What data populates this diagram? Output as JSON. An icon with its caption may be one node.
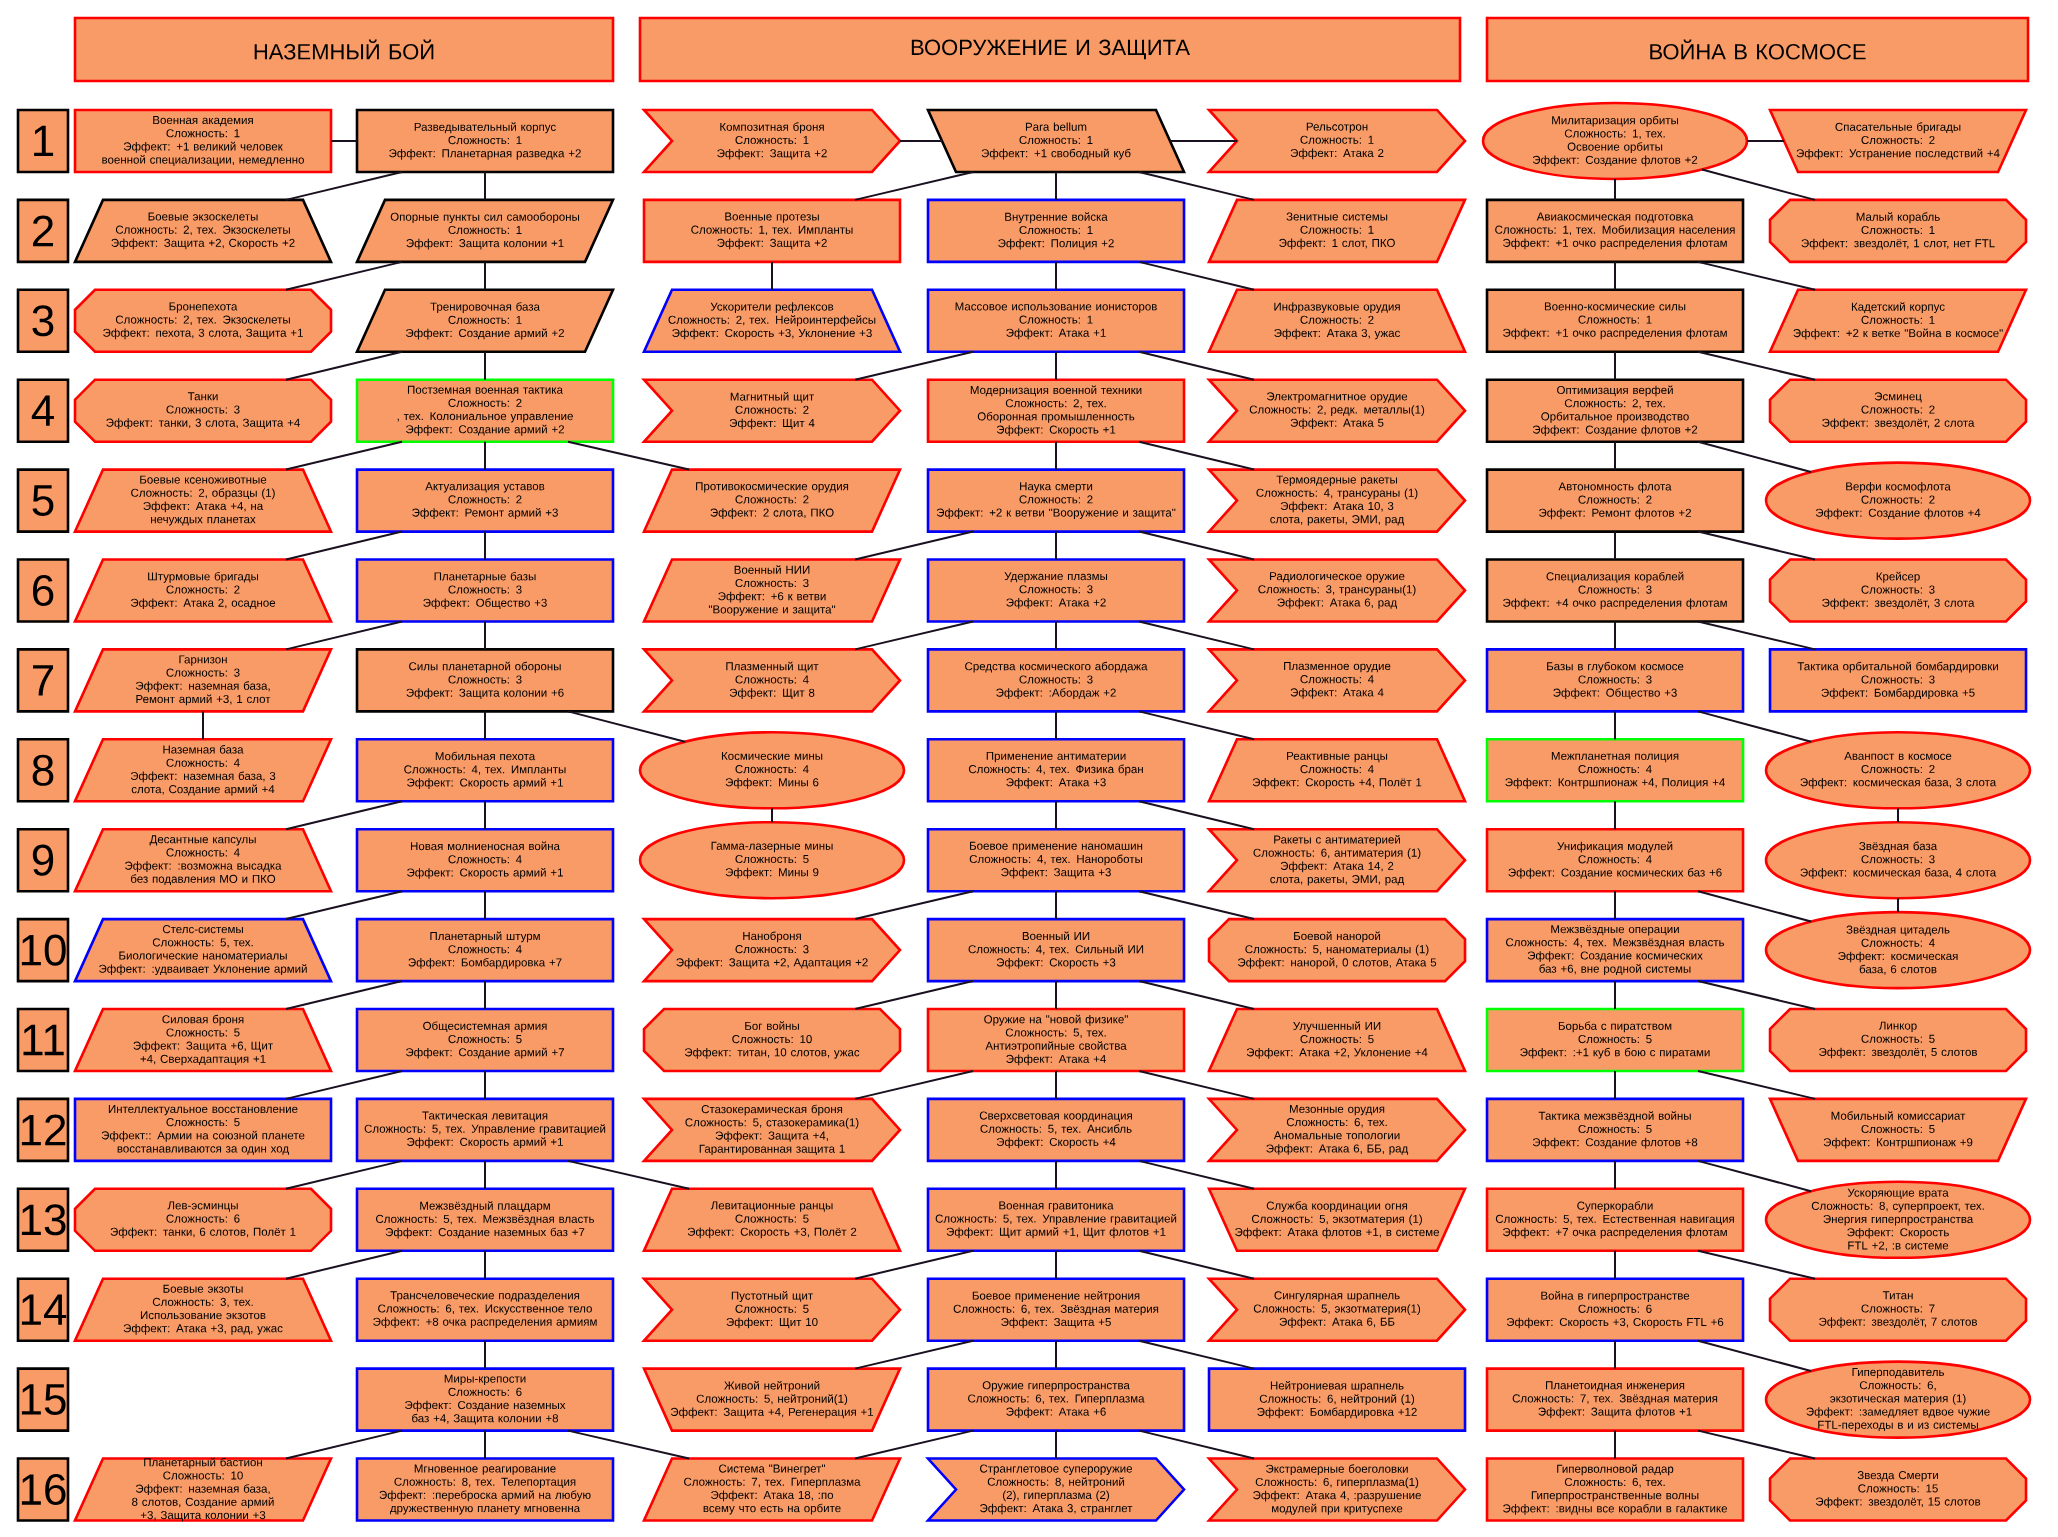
{
  "diagram": {
    "nodes": [
      {
        "text": [
          "НАЗЕМНЫЙ БОЙ"
        ]
      },
      {
        "text": [
          "ВООРУЖЕНИЕ И ЗАЩИТА"
        ]
      },
      {
        "text": [
          "ВОЙНА В КОСМОСЕ"
        ]
      },
      {
        "text": [
          "1"
        ]
      },
      {
        "text": [
          "Военная академия",
          "Сложность: 1",
          "Эффект: +1 великий человек военной специализации, немедленно"
        ]
      },
      {
        "text": [
          "Разведывательный корпус",
          "Сложность: 1",
          "Эффект: Планетарная разведка +2"
        ]
      },
      {
        "text": [
          "Композитная броня",
          "Сложность: 1",
          "Эффект: Защита +2"
        ]
      },
      {
        "text": [
          "Para bellum",
          "Сложность: 1",
          "Эффект: +1 свободный куб"
        ]
      },
      {
        "text": [
          "Рельсотрон",
          "Сложность: 1",
          "Эффект: Атака 2"
        ]
      },
      {
        "text": [
          "Милитаризация орбиты",
          "Сложность: 1, тех. Освоение орбиты",
          "Эффект: Создание флотов +2"
        ]
      },
      {
        "text": [
          "Спасательные бригады",
          "Сложность: 2",
          "Эффект: Устранение последствий +4"
        ]
      },
      {
        "text": [
          "2"
        ]
      },
      {
        "text": [
          "Боевые экзоскелеты",
          "Сложность: 2, тех. Экзоскелеты",
          "Эффект: Защита +2, Скорость +2"
        ]
      },
      {
        "text": [
          "Опорные пункты сил самообороны",
          "Сложность: 1",
          "Эффект: Защита колонии +1"
        ]
      },
      {
        "text": [
          "Военные протезы",
          "Сложность: 1, тех. Импланты",
          "Эффект: Защита +2"
        ]
      },
      {
        "text": [
          "Внутренние войска",
          "Сложность: 1",
          "Эффект: Полиция +2"
        ]
      },
      {
        "text": [
          "Зенитные системы",
          "Сложность: 1",
          "Эффект: 1 слот, ПКО"
        ]
      },
      {
        "text": [
          "Авиакосмическая подготовка",
          "Сложность: 1, тех. Мобилизация населения",
          "Эффект: +1 очко распределения флотам"
        ]
      },
      {
        "text": [
          "Малый корабль",
          "Сложность: 1",
          "Эффект: звездолёт, 1 слот, нет FTL"
        ]
      },
      {
        "text": [
          "3"
        ]
      },
      {
        "text": [
          "Бронепехота",
          "Сложность: 2, тех. Экзоскелеты",
          "Эффект: пехота, 3 слота, Защита +1"
        ]
      },
      {
        "text": [
          "Тренировочная база",
          "Сложность: 1",
          "Эффект: Создание армий +2"
        ]
      },
      {
        "text": [
          "Ускорители рефлексов",
          "Сложность: 2, тех. Нейроинтерфейсы",
          "Эффект: Скорость +3, Уклонение +3"
        ]
      },
      {
        "text": [
          "Массовое использование ионисторов",
          "Сложность: 1",
          "Эффект: Атака +1"
        ]
      },
      {
        "text": [
          "Инфразвуковые орудия",
          "Сложность: 2",
          "Эффект: Атака 3, ужас"
        ]
      },
      {
        "text": [
          "Военно-космические силы",
          "Сложность: 1",
          "Эффект: +1 очко распределения флотам"
        ]
      },
      {
        "text": [
          "Кадетский корпус",
          "Сложность: 1",
          "Эффект: +2 к ветке \"Война в космосе\""
        ]
      },
      {
        "text": [
          "4"
        ]
      },
      {
        "text": [
          "Танки",
          "Сложность: 3",
          "Эффект: танки, 3 слота, Защита +4"
        ]
      },
      {
        "text": [
          "Постземная военная тактика",
          "Сложность: 2",
          ", тех. Колониальное управление",
          "Эффект: Создание армий +2"
        ]
      },
      {
        "text": [
          "Магнитный щит",
          "Сложность: 2",
          "Эффект: Щит 4"
        ]
      },
      {
        "text": [
          "Модернизация военной техники",
          "Сложность: 2, тех. Оборонная промышленность",
          "Эффект: Скорость +1"
        ]
      },
      {
        "text": [
          "Электромагнитное орудие",
          "Сложность: 2, редк. металлы(1)",
          "Эффект: Атака 5"
        ]
      },
      {
        "text": [
          "Оптимизация верфей",
          "Сложность: 2, тех. Орбитальное производство",
          "Эффект: Создание флотов +2"
        ]
      },
      {
        "text": [
          "Эсминец",
          "Сложность: 2",
          "Эффект: звездолёт, 2 слота"
        ]
      },
      {
        "text": [
          "5"
        ]
      },
      {
        "text": [
          "Боевые ксеноживотные",
          "Сложность: 2, образцы (1)",
          "Эффект: Атака +4, на нечуждых планетах"
        ]
      },
      {
        "text": [
          "Актуализация уставов",
          "Сложность: 2",
          "Эффект: Ремонт армий +3"
        ]
      },
      {
        "text": [
          "Противокосмические орудия",
          "Сложность: 2",
          "Эффект: 2 слота, ПКО"
        ]
      },
      {
        "text": [
          "Наука смерти",
          "Сложность: 2",
          "Эффект: +2 к ветви \"Вооружение и защита\""
        ]
      },
      {
        "text": [
          "Термоядерные ракеты",
          "Сложность: 4, трансураны (1)",
          "Эффект: Атака 10, 3 слота, ракеты, ЭМИ, рад"
        ]
      },
      {
        "text": [
          "Автономность флота",
          "Сложность: 2",
          "Эффект: Ремонт флотов +2"
        ]
      },
      {
        "text": [
          "Верфи космофлота",
          "Сложность: 2",
          "Эффект: Создание флотов +4"
        ]
      },
      {
        "text": [
          "6"
        ]
      },
      {
        "text": [
          "Штурмовые бригады",
          "Сложность: 2",
          "Эффект: Атака 2, осадное"
        ]
      },
      {
        "text": [
          "Планетарные базы",
          "Сложность: 3",
          "Эффект: Общество +3"
        ]
      },
      {
        "text": [
          "Военный НИИ",
          "Сложность: 3",
          "Эффект: +6 к ветви \"Вооружение и защита\""
        ]
      },
      {
        "text": [
          "Удержание плазмы",
          "Сложность: 3",
          "Эффект: Атака +2"
        ]
      },
      {
        "text": [
          "Радиологическое оружие",
          "Сложность: 3, трансураны(1)",
          "Эффект: Атака 6, рад"
        ]
      },
      {
        "text": [
          "Специализация кораблей",
          "Сложность: 3",
          "Эффект: +4 очко распределения флотам"
        ]
      },
      {
        "text": [
          "Крейсер",
          "Сложность: 3",
          "Эффект: звездолёт, 3 слота"
        ]
      },
      {
        "text": [
          "7"
        ]
      },
      {
        "text": [
          "Гарнизон",
          "Сложность: 3",
          "Эффект: наземная база, Ремонт армий +3, 1 слот"
        ]
      },
      {
        "text": [
          "Силы планетарной обороны",
          "Сложность: 3",
          "Эффект: Защита колонии +6"
        ]
      },
      {
        "text": [
          "Плазменный щит",
          "Сложность: 4",
          "Эффект: Щит 8"
        ]
      },
      {
        "text": [
          "Средства космического абордажа",
          "Сложность: 3",
          "Эффект: :Абордаж +2"
        ]
      },
      {
        "text": [
          "Плазменное орудие",
          "Сложность: 4",
          "Эффект: Атака 4"
        ]
      },
      {
        "text": [
          "Базы в глубоком космосе",
          "Сложность: 3",
          "Эффект: Общество +3"
        ]
      },
      {
        "text": [
          "Тактика орбитальной бомбардировки",
          "Сложность: 3",
          "Эффект: Бомбардировка +5"
        ]
      },
      {
        "text": [
          "8"
        ]
      },
      {
        "text": [
          "Наземная база",
          "Сложность: 4",
          "Эффект: наземная база, 3 слота, Создание армий +4"
        ]
      },
      {
        "text": [
          "Мобильная пехота",
          "Сложность: 4, тех. Импланты",
          "Эффект: Скорость армий +1"
        ]
      },
      {
        "text": [
          "Космические мины",
          "Сложность: 4",
          "Эффект: Мины 6"
        ]
      },
      {
        "text": [
          "Применение антиматерии",
          "Сложность: 4, тех. Физика бран",
          "Эффект: Атака +3"
        ]
      },
      {
        "text": [
          "Реактивные ранцы",
          "Сложность: 4",
          "Эффект: Скорость +4, Полёт 1"
        ]
      },
      {
        "text": [
          "Межпланетная полиция",
          "Сложность: 4",
          "Эффект: Контршпионаж +4, Полиция +4"
        ]
      },
      {
        "text": [
          "Аванпост в космосе",
          "Сложность: 2",
          "Эффект: космическая база, 3 слота"
        ]
      },
      {
        "text": [
          "9"
        ]
      },
      {
        "text": [
          "Десантные капсулы",
          "Сложность: 4",
          "Эффект: :возможна высадка без подавления МО и ПКО"
        ]
      },
      {
        "text": [
          "Новая молниеносная война",
          "Сложность: 4",
          "Эффект: Скорость армий +1"
        ]
      },
      {
        "text": [
          "Гамма-лазерные мины",
          "Сложность: 5",
          "Эффект: Мины 9"
        ]
      },
      {
        "text": [
          "Боевое применение наномашин",
          "Сложность: 4, тех. Нанороботы",
          "Эффект: Защита +3"
        ]
      },
      {
        "text": [
          "Ракеты с антиматерией",
          "Сложность: 6, антиматерия (1)",
          "Эффект: Атака 14, 2 слота, ракеты, ЭМИ, рад"
        ]
      },
      {
        "text": [
          "Унификация модулей",
          "Сложность: 4",
          "Эффект: Создание космических баз +6"
        ]
      },
      {
        "text": [
          "Звёздная база",
          "Сложность: 3",
          "Эффект: космическая база, 4 слота"
        ]
      },
      {
        "text": [
          "10"
        ]
      },
      {
        "text": [
          "Стелс-системы",
          "Сложность: 5, тех. Биологические наноматериалы",
          "Эффект: :удваивает Уклонение армий"
        ]
      },
      {
        "text": [
          "Планетарный штурм",
          "Сложность: 4",
          "Эффект: Бомбардировка +7"
        ]
      },
      {
        "text": [
          "Наноброня",
          "Сложность: 3",
          "Эффект: Защита +2, Адаптация +2"
        ]
      },
      {
        "text": [
          "Военный ИИ",
          "Сложность: 4, тех. Сильный ИИ",
          "Эффект: Скорость +3"
        ]
      },
      {
        "text": [
          "Боевой нанорой",
          "Сложность: 5, наноматериалы (1)",
          "Эффект: нанорой, 0 слотов, Атака 5"
        ]
      },
      {
        "text": [
          "Межзвёздные операции",
          "Сложность: 4, тех. Межзвёздная власть",
          "Эффект: Создание космических баз +6, вне родной системы"
        ]
      },
      {
        "text": [
          "Звёздная цитадель",
          "Сложность: 4",
          "Эффект: космическая база, 6 слотов"
        ]
      },
      {
        "text": [
          "11"
        ]
      },
      {
        "text": [
          "Силовая броня",
          "Сложность: 5",
          "Эффект: Защита +6, Щит +4, Сверхадаптация +1"
        ]
      },
      {
        "text": [
          "Общесистемная армия",
          "Сложность: 5",
          "Эффект: Создание армий +7"
        ]
      },
      {
        "text": [
          "Бог войны",
          "Сложность: 10",
          "Эффект: титан, 10 слотов, ужас"
        ]
      },
      {
        "text": [
          "Оружие на \"новой физике\"",
          "Сложность: 5, тех. Антиэтропийные свойства",
          "Эффект: Атака +4"
        ]
      },
      {
        "text": [
          "Улучшенный ИИ",
          "Сложность: 5",
          "Эффект: Атака +2, Уклонение +4"
        ]
      },
      {
        "text": [
          "Борьба с пиратством",
          "Сложность: 5",
          "Эффект: :+1 куб в бою с пиратами"
        ]
      },
      {
        "text": [
          "Линкор",
          "Сложность: 5",
          "Эффект: звездолёт, 5 слотов"
        ]
      },
      {
        "text": [
          "12"
        ]
      },
      {
        "text": [
          "Интеллектуальное восстановление",
          "Сложность: 5",
          "Эффект:: Армии на союзной планете восстанавливаются за один ход"
        ]
      },
      {
        "text": [
          "Тактическая левитация",
          "Сложность: 5, тех. Управление гравитацией",
          "Эффект: Скорость армий +1"
        ]
      },
      {
        "text": [
          "Стазокерамическая броня",
          "Сложность: 5, стазокерамика(1)",
          "Эффект: Защита +4, Гарантированная защита 1"
        ]
      },
      {
        "text": [
          "Сверхсветовая координация",
          "Сложность: 5, тех. Ансибль",
          "Эффект: Скорость +4"
        ]
      },
      {
        "text": [
          "Мезонные орудия",
          "Сложность: 6, тех. Аномальные топологии",
          "Эффект: Атака 6, ББ, рад"
        ]
      },
      {
        "text": [
          "Тактика межзвёздной войны",
          "Сложность: 5",
          "Эффект: Создание флотов +8"
        ]
      },
      {
        "text": [
          "Мобильный комиссариат",
          "Сложность: 5",
          "Эффект: Контршпионаж +9"
        ]
      },
      {
        "text": [
          "13"
        ]
      },
      {
        "text": [
          "Лев-эсминцы",
          "Сложность: 6",
          "Эффект: танки, 6 слотов, Полёт 1"
        ]
      },
      {
        "text": [
          "Межзвёздный плацдарм",
          "Сложность: 5, тех. Межзвёздная власть",
          "Эффект: Создание наземных баз +7"
        ]
      },
      {
        "text": [
          "Левитационные ранцы",
          "Сложность: 5",
          "Эффект: Скорость +3, Полёт 2"
        ]
      },
      {
        "text": [
          "Военная гравитоника",
          "Сложность: 5, тех. Управление гравитацией",
          "Эффект: Щит армий +1, Щит флотов +1"
        ]
      },
      {
        "text": [
          "Служба координации огня",
          "Сложность: 5, экзотматерия (1)",
          "Эффект: Атака флотов +1, в системе"
        ]
      },
      {
        "text": [
          "Суперкорабли",
          "Сложность: 5, тех. Естественная навигация",
          "Эффект: +7 очка распределения флотам"
        ]
      },
      {
        "text": [
          "Ускоряющие врата",
          "Сложность: 8, суперпроект, тех. Энергия гиперпространства",
          "Эффект: Скорость FTL +2, :в системе"
        ]
      },
      {
        "text": [
          "14"
        ]
      },
      {
        "text": [
          "Боевые экзоты",
          "Сложность: 3, тех. Использование экзотов",
          "Эффект: Атака +3, рад, ужас"
        ]
      },
      {
        "text": [
          "Трансчеловеческие подразделения",
          "Сложность: 6, тех. Искусственное тело",
          "Эффект: +8 очка распределения армиям"
        ]
      },
      {
        "text": [
          "Пустотный щит",
          "Сложность: 5",
          "Эффект: Щит 10"
        ]
      },
      {
        "text": [
          "Боевое применение нейтрония",
          "Сложность: 6, тех. Звёздная материя",
          "Эффект: Защита +5"
        ]
      },
      {
        "text": [
          "Сингулярная шрапнель",
          "Сложность: 5, экзотматерия(1)",
          "Эффект: Атака 6, ББ"
        ]
      },
      {
        "text": [
          "Война в гиперпространстве",
          "Сложность: 6",
          "Эффект: Скорость +3, Скорость FTL +6"
        ]
      },
      {
        "text": [
          "Титан",
          "Сложность: 7",
          "Эффект: звездолёт, 7 слотов"
        ]
      },
      {
        "text": [
          "15"
        ]
      },
      {
        "text": [
          "Миры-крепости",
          "Сложность: 6",
          "Эффект: Создание наземных баз +4, Защита колонии +8"
        ]
      },
      {
        "text": [
          "Живой нейтроний",
          "Сложность: 5, нейтроний(1)",
          "Эффект: Защита +4, Регенерация +1"
        ]
      },
      {
        "text": [
          "Оружие гиперпространства",
          "Сложность: 6, тех. Гиперплазма",
          "Эффект: Атака +6"
        ]
      },
      {
        "text": [
          "Нейтрониевая шрапнель",
          "Сложность: 6, нейтроний (1)",
          "Эффект: Бомбардировка +12"
        ]
      },
      {
        "text": [
          "Планетоидная инженерия",
          "Сложность: 7, тех. Звёздная материя",
          "Эффект: Защита флотов +1"
        ]
      },
      {
        "text": [
          "Гиперподавитель",
          "Сложность: 6, экзотическая материя (1)",
          "Эффект: :замедляет вдвое чужие FTL-переходы в и из системы"
        ]
      },
      {
        "text": [
          "16"
        ]
      },
      {
        "text": [
          "Планетарный бастион",
          "Сложность: 10",
          "Эффект: наземная база, 8 слотов, Создание армий +3, Защита колонии +3"
        ]
      },
      {
        "text": [
          "Мгновенное реагирование",
          "Сложность: 8, тех. Телепортация",
          "Эффект: :переброска армий на любую дружественную планету мгновенна"
        ]
      },
      {
        "text": [
          "Система \"Винегрет\"",
          "Сложность: 7, тех. Гиперплазма",
          "Эффект: Атака 18, :по всему что есть на орбите"
        ]
      },
      {
        "text": [
          "Странглетовое супероружие",
          "Сложность: 8, нейтроний (2), гиперплазма (2)",
          "Эффект: Атака 3, странглет"
        ]
      },
      {
        "text": [
          "Экстрамерные боеголовки",
          "Сложность: 6, гиперплазма(1)",
          "Эффект: Атака 4, :разрушение модулей при критуспехе"
        ]
      },
      {
        "text": [
          "Гиперволновой радар",
          "Сложность: 6, тех. Гиперпространственные волны",
          "Эффект: :видны все корабли в галактике"
        ]
      },
      {
        "text": [
          "Звезда Смерти",
          "Сложность: 15",
          "Эффект: звездолёт, 15 слотов"
        ]
      }
    ],
    "edges": [
      {
        "from": 5,
        "to": 4,
        "arrow": "none"
      },
      {
        "from": 5,
        "to": 13,
        "arrow": "none"
      },
      {
        "from": 13,
        "to": 21,
        "arrow": "none"
      },
      {
        "from": 21,
        "to": 29,
        "arrow": "none"
      },
      {
        "from": 29,
        "to": 37,
        "arrow": "none"
      },
      {
        "from": 37,
        "to": 45,
        "arrow": "none"
      },
      {
        "from": 45,
        "to": 53,
        "arrow": "none"
      },
      {
        "from": 53,
        "to": 61,
        "arrow": "none"
      },
      {
        "from": 61,
        "to": 69,
        "arrow": "none"
      },
      {
        "from": 69,
        "to": 77,
        "arrow": "none"
      },
      {
        "from": 77,
        "to": 85,
        "arrow": "none"
      },
      {
        "from": 85,
        "to": 93,
        "arrow": "none"
      },
      {
        "from": 93,
        "to": 101,
        "arrow": "none"
      },
      {
        "from": 101,
        "to": 109,
        "arrow": "none"
      },
      {
        "from": 109,
        "to": 116,
        "arrow": "none"
      },
      {
        "from": 116,
        "to": 124,
        "arrow": "none"
      },
      {
        "from": 5,
        "to": 12,
        "arrow": "none"
      },
      {
        "from": 13,
        "to": 20,
        "arrow": "none"
      },
      {
        "from": 21,
        "to": 28,
        "arrow": "none"
      },
      {
        "from": 29,
        "to": 36,
        "arrow": "none"
      },
      {
        "from": 37,
        "to": 44,
        "arrow": "none"
      },
      {
        "from": 45,
        "to": 52,
        "arrow": "none"
      },
      {
        "from": 52,
        "to": 60,
        "arrow": "none"
      },
      {
        "from": 61,
        "to": 68,
        "arrow": "none"
      },
      {
        "from": 69,
        "to": 76,
        "arrow": "none"
      },
      {
        "from": 77,
        "to": 84,
        "arrow": "none"
      },
      {
        "from": 85,
        "to": 92,
        "arrow": "none"
      },
      {
        "from": 93,
        "to": 100,
        "arrow": "none"
      },
      {
        "from": 101,
        "to": 108,
        "arrow": "none"
      },
      {
        "from": 116,
        "to": 123,
        "arrow": "none"
      },
      {
        "from": 29,
        "to": 38,
        "arrow": "none"
      },
      {
        "from": 53,
        "to": 62,
        "arrow": "none"
      },
      {
        "from": 93,
        "to": 102,
        "arrow": "none"
      },
      {
        "from": 116,
        "to": 125,
        "arrow": "none"
      },
      {
        "from": 7,
        "to": 6,
        "arrow": "none"
      },
      {
        "from": 7,
        "to": 8,
        "arrow": "none"
      },
      {
        "from": 7,
        "to": 15,
        "arrow": "none"
      },
      {
        "from": 15,
        "to": 23,
        "arrow": "none"
      },
      {
        "from": 23,
        "to": 31,
        "arrow": "none"
      },
      {
        "from": 31,
        "to": 39,
        "arrow": "none"
      },
      {
        "from": 39,
        "to": 47,
        "arrow": "none"
      },
      {
        "from": 47,
        "to": 55,
        "arrow": "none"
      },
      {
        "from": 55,
        "to": 63,
        "arrow": "none"
      },
      {
        "from": 63,
        "to": 71,
        "arrow": "none"
      },
      {
        "from": 71,
        "to": 79,
        "arrow": "none"
      },
      {
        "from": 79,
        "to": 87,
        "arrow": "none"
      },
      {
        "from": 87,
        "to": 95,
        "arrow": "none"
      },
      {
        "from": 95,
        "to": 103,
        "arrow": "none"
      },
      {
        "from": 103,
        "to": 111,
        "arrow": "none"
      },
      {
        "from": 111,
        "to": 118,
        "arrow": "none"
      },
      {
        "from": 118,
        "to": 126,
        "arrow": "none"
      },
      {
        "from": 7,
        "to": 14,
        "arrow": "none"
      },
      {
        "from": 14,
        "to": 22,
        "arrow": "none"
      },
      {
        "from": 23,
        "to": 30,
        "arrow": "none"
      },
      {
        "from": 39,
        "to": 46,
        "arrow": "none"
      },
      {
        "from": 47,
        "to": 54,
        "arrow": "none"
      },
      {
        "from": 62,
        "to": 70,
        "arrow": "none"
      },
      {
        "from": 71,
        "to": 78,
        "arrow": "none"
      },
      {
        "from": 79,
        "to": 86,
        "arrow": "none"
      },
      {
        "from": 87,
        "to": 94,
        "arrow": "none"
      },
      {
        "from": 103,
        "to": 110,
        "arrow": "none"
      },
      {
        "from": 111,
        "to": 117,
        "arrow": "none"
      },
      {
        "from": 118,
        "to": 125,
        "arrow": "none"
      },
      {
        "from": 7,
        "to": 16,
        "arrow": "none"
      },
      {
        "from": 15,
        "to": 24,
        "arrow": "none"
      },
      {
        "from": 23,
        "to": 32,
        "arrow": "none"
      },
      {
        "from": 31,
        "to": 40,
        "arrow": "none"
      },
      {
        "from": 39,
        "to": 48,
        "arrow": "none"
      },
      {
        "from": 47,
        "to": 56,
        "arrow": "none"
      },
      {
        "from": 55,
        "to": 64,
        "arrow": "none"
      },
      {
        "from": 63,
        "to": 72,
        "arrow": "none"
      },
      {
        "from": 71,
        "to": 80,
        "arrow": "none"
      },
      {
        "from": 79,
        "to": 88,
        "arrow": "none"
      },
      {
        "from": 87,
        "to": 96,
        "arrow": "none"
      },
      {
        "from": 95,
        "to": 104,
        "arrow": "none"
      },
      {
        "from": 103,
        "to": 112,
        "arrow": "none"
      },
      {
        "from": 111,
        "to": 119,
        "arrow": "none"
      },
      {
        "from": 118,
        "to": 127,
        "arrow": "none"
      },
      {
        "from": 9,
        "to": 10,
        "arrow": "none"
      },
      {
        "from": 9,
        "to": 17,
        "arrow": "none"
      },
      {
        "from": 17,
        "to": 25,
        "arrow": "none"
      },
      {
        "from": 25,
        "to": 33,
        "arrow": "none"
      },
      {
        "from": 33,
        "to": 41,
        "arrow": "none"
      },
      {
        "from": 41,
        "to": 49,
        "arrow": "none"
      },
      {
        "from": 49,
        "to": 57,
        "arrow": "none"
      },
      {
        "from": 57,
        "to": 65,
        "arrow": "none"
      },
      {
        "from": 65,
        "to": 73,
        "arrow": "none"
      },
      {
        "from": 73,
        "to": 81,
        "arrow": "none"
      },
      {
        "from": 81,
        "to": 89,
        "arrow": "none"
      },
      {
        "from": 89,
        "to": 97,
        "arrow": "none"
      },
      {
        "from": 97,
        "to": 105,
        "arrow": "none"
      },
      {
        "from": 105,
        "to": 113,
        "arrow": "none"
      },
      {
        "from": 113,
        "to": 120,
        "arrow": "none"
      },
      {
        "from": 120,
        "to": 128,
        "arrow": "none"
      },
      {
        "from": 9,
        "to": 18,
        "arrow": "none"
      },
      {
        "from": 17,
        "to": 26,
        "arrow": "none"
      },
      {
        "from": 25,
        "to": 34,
        "arrow": "none"
      },
      {
        "from": 33,
        "to": 42,
        "arrow": "none"
      },
      {
        "from": 41,
        "to": 50,
        "arrow": "none"
      },
      {
        "from": 49,
        "to": 58,
        "arrow": "none"
      },
      {
        "from": 57,
        "to": 66,
        "arrow": "none"
      },
      {
        "from": 66,
        "to": 74,
        "arrow": "none"
      },
      {
        "from": 74,
        "to": 82,
        "arrow": "none"
      },
      {
        "from": 73,
        "to": 82,
        "arrow": "none"
      },
      {
        "from": 81,
        "to": 90,
        "arrow": "none"
      },
      {
        "from": 89,
        "to": 98,
        "arrow": "none"
      },
      {
        "from": 97,
        "to": 106,
        "arrow": "none"
      },
      {
        "from": 105,
        "to": 114,
        "arrow": "none"
      },
      {
        "from": 113,
        "to": 121,
        "arrow": "none"
      },
      {
        "from": 120,
        "to": 129,
        "arrow": "none"
      }
    ]
  }
}
